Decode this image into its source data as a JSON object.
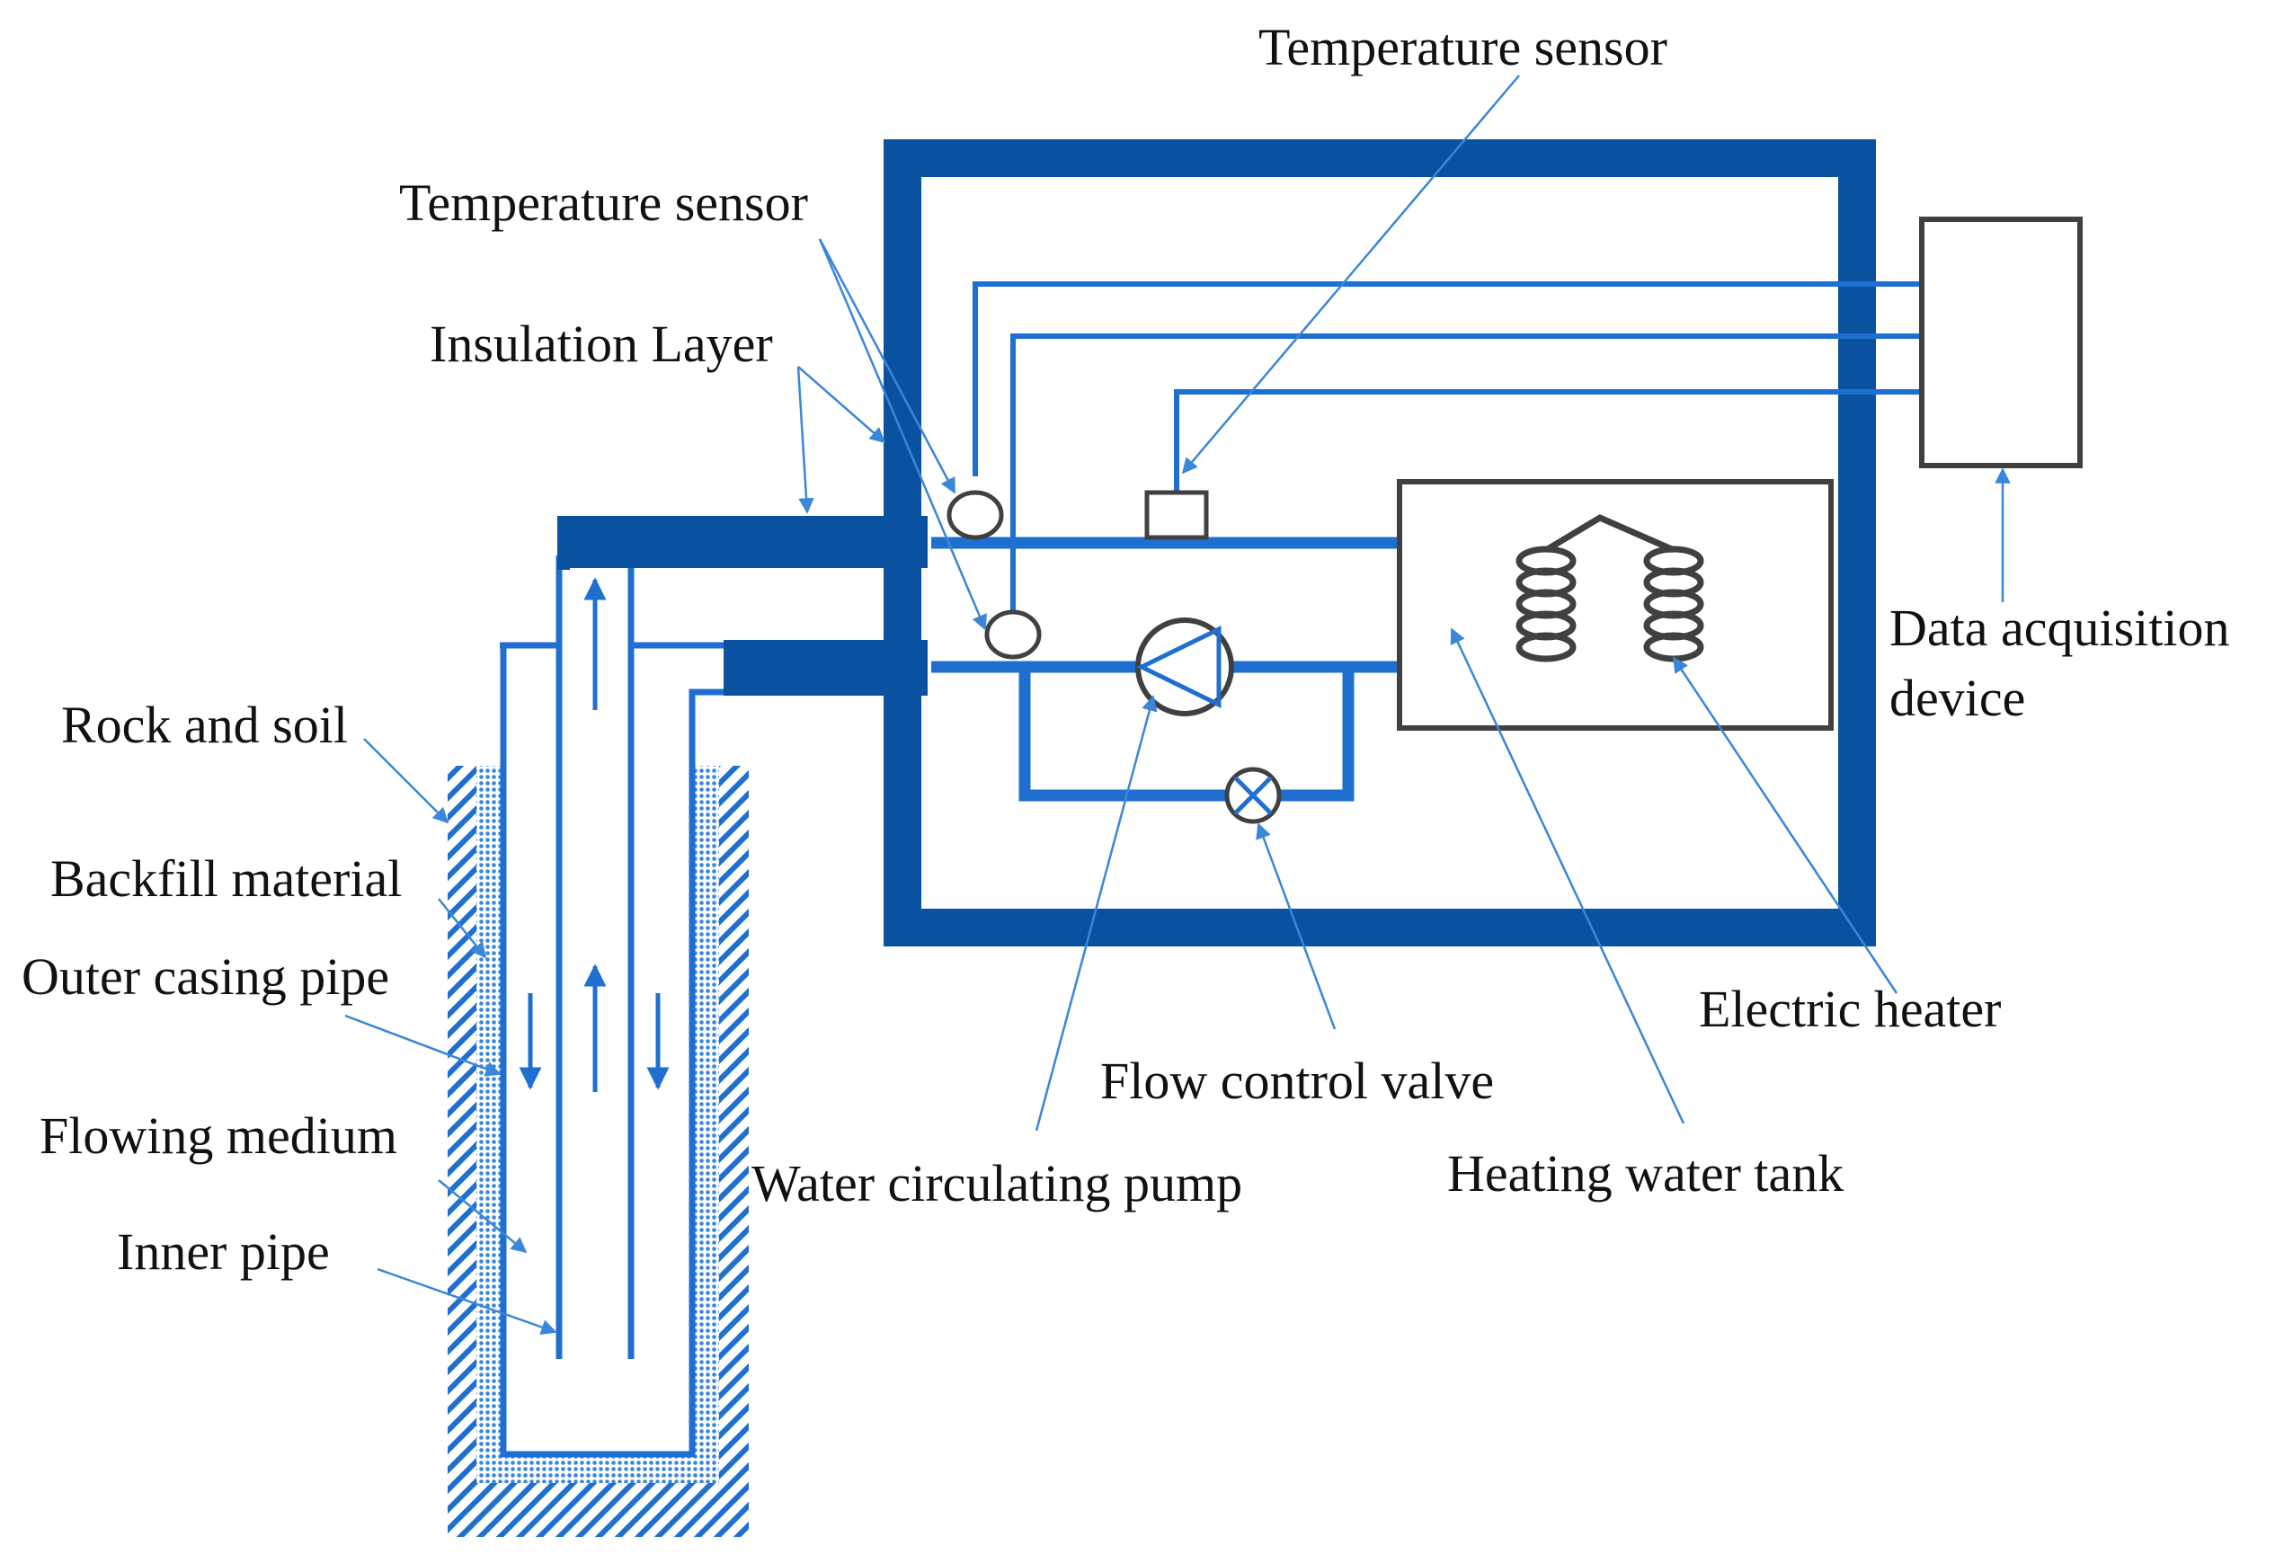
{
  "labels": {
    "temp_sensor_top": "Temperature sensor",
    "temp_sensor_left": "Temperature sensor",
    "insulation_layer": "Insulation Layer",
    "rock_and_soil": "Rock and soil",
    "backfill_material": "Backfill material",
    "outer_casing_pipe": "Outer casing pipe",
    "flowing_medium": "Flowing medium",
    "inner_pipe": "Inner pipe",
    "water_circulating_pump": "Water circulating pump",
    "flow_control_valve": "Flow control valve",
    "heating_water_tank": "Heating water tank",
    "electric_heater": "Electric heater",
    "data_acquisition_line1": "Data acquisition",
    "data_acquisition_line2": "device"
  },
  "colors": {
    "pipe_blue": "#1f6fd1",
    "frame_dark_blue": "#0a52a0",
    "leader_blue": "#3a86d8",
    "component_gray": "#404040",
    "text": "#111111"
  }
}
